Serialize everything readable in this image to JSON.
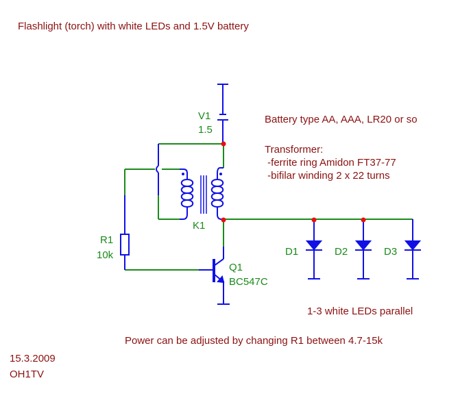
{
  "title": "Flashlight (torch) with white LEDs and 1.5V battery",
  "notes": {
    "battery": "Battery type AA, AAA, LR20 or so",
    "transformer_heading": "Transformer:",
    "transformer_line1": " -ferrite ring Amidon FT37-77",
    "transformer_line2": " -bifilar winding 2 x 22 turns",
    "leds": "1-3 white LEDs parallel",
    "power": "Power can be adjusted by changing R1 between 4.7-15k",
    "date": "15.3.2009",
    "author": "OH1TV"
  },
  "components": {
    "battery": {
      "ref": "V1",
      "value": "1.5"
    },
    "transformer": {
      "ref": "K1"
    },
    "resistor": {
      "ref": "R1",
      "value": "10k"
    },
    "transistor": {
      "ref": "Q1",
      "value": "BC547C"
    },
    "leds": [
      {
        "ref": "D1"
      },
      {
        "ref": "D2"
      },
      {
        "ref": "D3"
      }
    ]
  },
  "colors": {
    "wire": "#1a8a1a",
    "component": "#1010e6",
    "junction": "#e81010",
    "note_text": "#8b1010",
    "label_text": "#1a8a1a"
  }
}
